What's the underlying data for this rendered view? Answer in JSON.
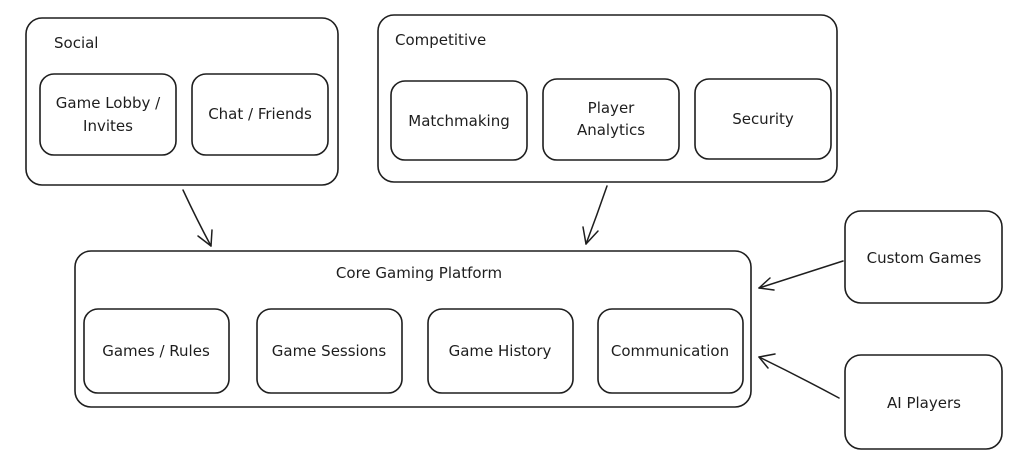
{
  "groups": {
    "social": {
      "title": "Social",
      "items": [
        {
          "lines": [
            "Game Lobby /",
            "Invites"
          ]
        },
        {
          "lines": [
            "Chat / Friends"
          ]
        }
      ]
    },
    "competitive": {
      "title": "Competitive",
      "items": [
        {
          "lines": [
            "Matchmaking"
          ]
        },
        {
          "lines": [
            "Player",
            "Analytics"
          ]
        },
        {
          "lines": [
            "Security"
          ]
        }
      ]
    },
    "core": {
      "title": "Core Gaming Platform",
      "items": [
        {
          "lines": [
            "Games / Rules"
          ]
        },
        {
          "lines": [
            "Game Sessions"
          ]
        },
        {
          "lines": [
            "Game History"
          ]
        },
        {
          "lines": [
            "Communication"
          ]
        }
      ]
    }
  },
  "standalone": {
    "custom_games": "Custom Games",
    "ai_players": "AI Players"
  }
}
